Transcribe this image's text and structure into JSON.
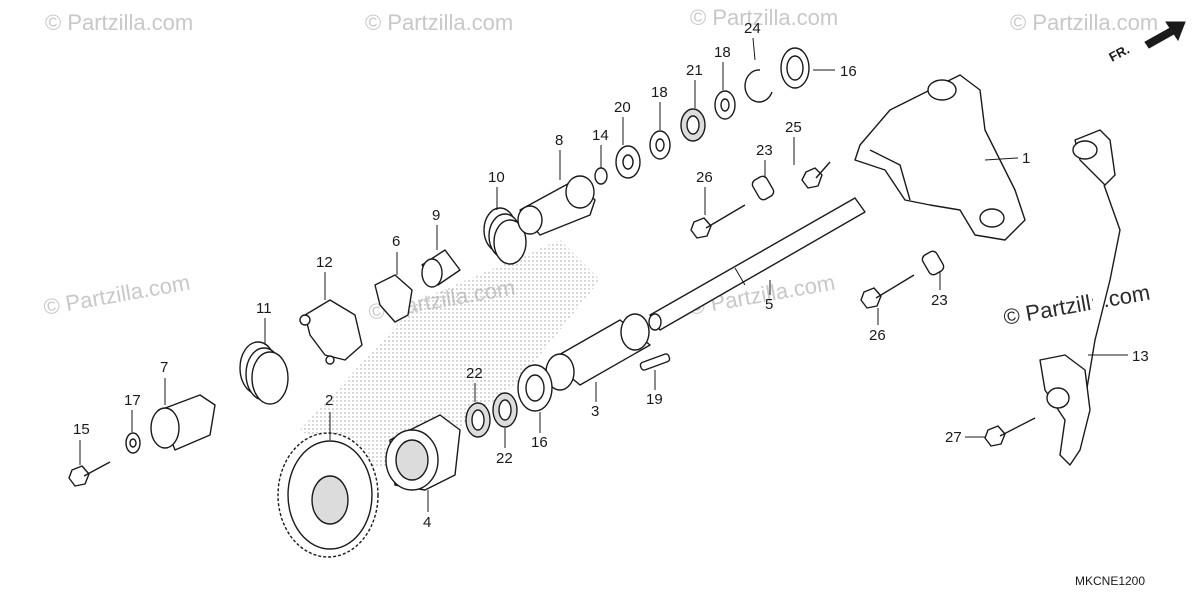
{
  "watermarks": {
    "faint": [
      "© Partzilla.com",
      "© Partzilla.com",
      "© Partzilla.com",
      "© Partzilla.com",
      "© Partzilla.com",
      "© Partzilla.com",
      "© Partzilla.com"
    ],
    "strong": "© Partzilla.com"
  },
  "direction_label": "FR.",
  "diagram_code": "MKCNE1200",
  "callouts": [
    "1",
    "2",
    "3",
    "4",
    "5",
    "6",
    "7",
    "8",
    "9",
    "10",
    "11",
    "12",
    "13",
    "14",
    "15",
    "16",
    "16",
    "17",
    "18",
    "18",
    "19",
    "20",
    "21",
    "22",
    "22",
    "23",
    "23",
    "24",
    "25",
    "26",
    "26",
    "27"
  ]
}
